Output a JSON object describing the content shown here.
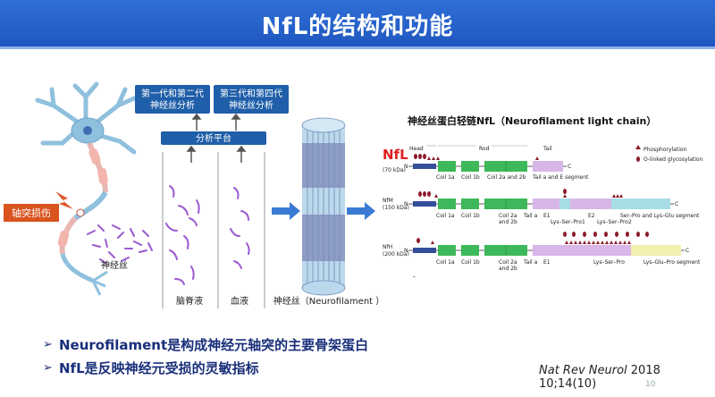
{
  "title": "NfL的结构和功能",
  "left_figure": {
    "injury_label": "轴突损伤",
    "gen12_line1": "第一代和第二代",
    "gen12_line2": "神经丝分析",
    "gen34_line1": "第三代和第四代",
    "gen34_line2": "神经丝分析",
    "platform_label": "分析平台",
    "nf_label": "神经丝",
    "csf_label": "脑脊液",
    "blood_label": "血液",
    "filament_label": "神经丝（Neurofilament ）"
  },
  "right_figure": {
    "title": "神经丝蛋白轻链NfL（Neurofilament light chain）",
    "nfl_label": "NfL",
    "head_label": "Head",
    "rod_label": "Rod",
    "tail_label": "Tail",
    "legend_phos": "Phosphorylation",
    "legend_glyc": "O-linked glycosylation",
    "nfl_kda": "(70 kDa)",
    "nfm_name": "NfM",
    "nfm_kda": "(150 kDa)",
    "nfh_name": "NfH",
    "nfh_kda": "(200 kDa)",
    "n": "N",
    "c": "C",
    "coil1a": "Coil 1a",
    "coil1b": "Coil 1b",
    "coil2": "Coil 2a and 2b",
    "coil2a": "Coil 2a",
    "and2b": "and 2b",
    "tail_seg": "Tail a and E segment",
    "taila": "Tail a",
    "e1": "E1",
    "e2": "E2",
    "ksp1": "Lys–Ser–Pro1",
    "ksp2": "Lys–Ser–Pro2",
    "sp_kg": "Ser–Pro and Lys–Glu segment",
    "ksp": "Lys–Ser–Pro",
    "kgp": "Lys–Glu–Pro segment",
    "dash": "-",
    "colors": {
      "head": "#334f9a",
      "coil": "#3db85a",
      "tail": "#d8b6e8",
      "e2": "#a8dde6",
      "kgp": "#f2efb0",
      "mark": "#8b1a2a"
    }
  },
  "bullets": [
    "Neurofilament是构成神经元轴突的主要骨架蛋白",
    "NfL是反映神经元受损的灵敏指标"
  ],
  "citation": {
    "journal": "Nat Rev Neurol",
    "rest": " 2018 10;14(10)"
  },
  "page_number": "10"
}
